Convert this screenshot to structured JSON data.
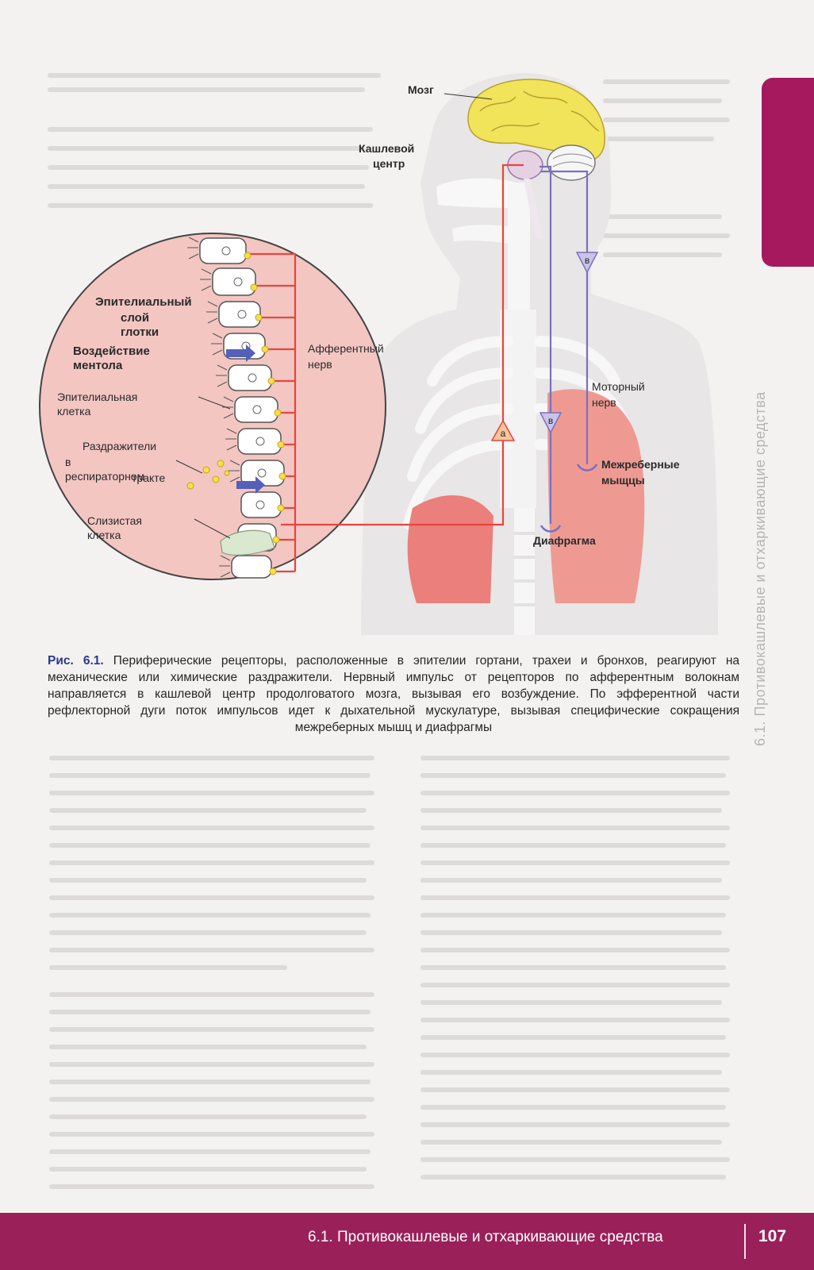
{
  "side_tab": {
    "title": "6.1. Противокашлевые  и отхаркивающие средства"
  },
  "figure": {
    "labels": {
      "brain": "Мозг",
      "cough_center_1": "Кашлевой",
      "cough_center_2": "центр",
      "epithelial_layer_1": "Эпителиальный",
      "epithelial_layer_2": "слой глотки",
      "menthol": "Воздействие ментола",
      "afferent_1": "Афферентный",
      "afferent_2": "нерв",
      "epithelial_cell": "Эпителиальная клетка",
      "irritants_1": "Раздражители",
      "irritants_2": "в респираторном",
      "irritants_3": "тракте",
      "mucous_cell": "Слизистая клетка",
      "motor_1": "Моторный",
      "motor_2": "нерв",
      "intercostal_1": "Межреберные",
      "intercostal_2": "мыщцы",
      "diaphragm": "Диафрагма"
    },
    "markers": {
      "a": "а",
      "v1": "в",
      "v2": "в"
    },
    "colors": {
      "afferent": "#e8453c",
      "motor": "#7a6fc0",
      "circle_fill": "#f3c6c2",
      "brain": "#f3e45c",
      "lung": "#ea8c88"
    }
  },
  "caption": {
    "label": "Рис. 6.1.",
    "text": " Периферические рецепторы, расположенные в эпителии гортани, трахеи и бронхов, реагируют на механические или химические раздражители. Нервный импульс от рецепторов по афферентным волокнам направляется в кашлевой центр продолговатого мозга, вызывая его возбуждение. По эфферентной части рефлекторной дуги поток импульсов идет к дыхательной мускулатуре, вызывая специфические сокращения межреберных мышц и диафрагмы"
  },
  "footer": {
    "title": "6.1. Противокашлевые  и отхаркивающие средства",
    "page_number": "107"
  }
}
